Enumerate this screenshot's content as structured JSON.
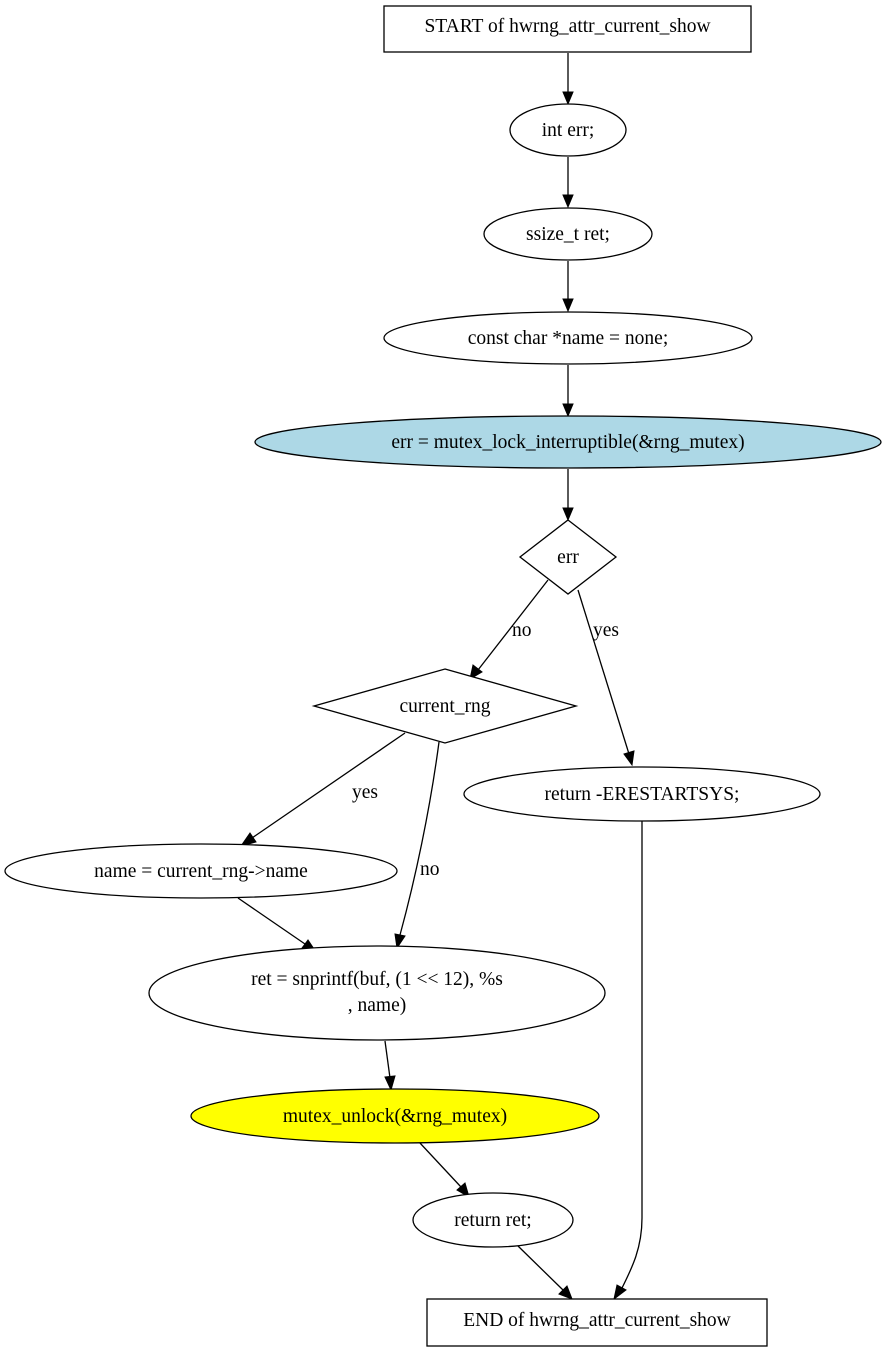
{
  "diagram": {
    "colors": {
      "default_fill": "#ffffff",
      "highlight_lock": "#add8e6",
      "highlight_unlock": "#ffff00",
      "stroke": "#000000"
    },
    "nodes": {
      "start": "START of hwrng_attr_current_show",
      "int_err": "int err;",
      "ssize_ret": "ssize_t ret;",
      "const_name": "const char *name = none;",
      "mutex_lock": "err = mutex_lock_interruptible(&rng_mutex)",
      "err_cond": "err",
      "current_rng_cond": "current_rng",
      "return_erestart": "return -ERESTARTSYS;",
      "name_assign": "name = current_rng->name",
      "snprintf_line1": "ret = snprintf(buf, (1 << 12), %s",
      "snprintf_line2": ", name)",
      "mutex_unlock": "mutex_unlock(&rng_mutex)",
      "return_ret": "return ret;",
      "end": "END of hwrng_attr_current_show"
    },
    "edge_labels": {
      "err_no": "no",
      "err_yes": "yes",
      "current_yes": "yes",
      "current_no": "no"
    }
  }
}
